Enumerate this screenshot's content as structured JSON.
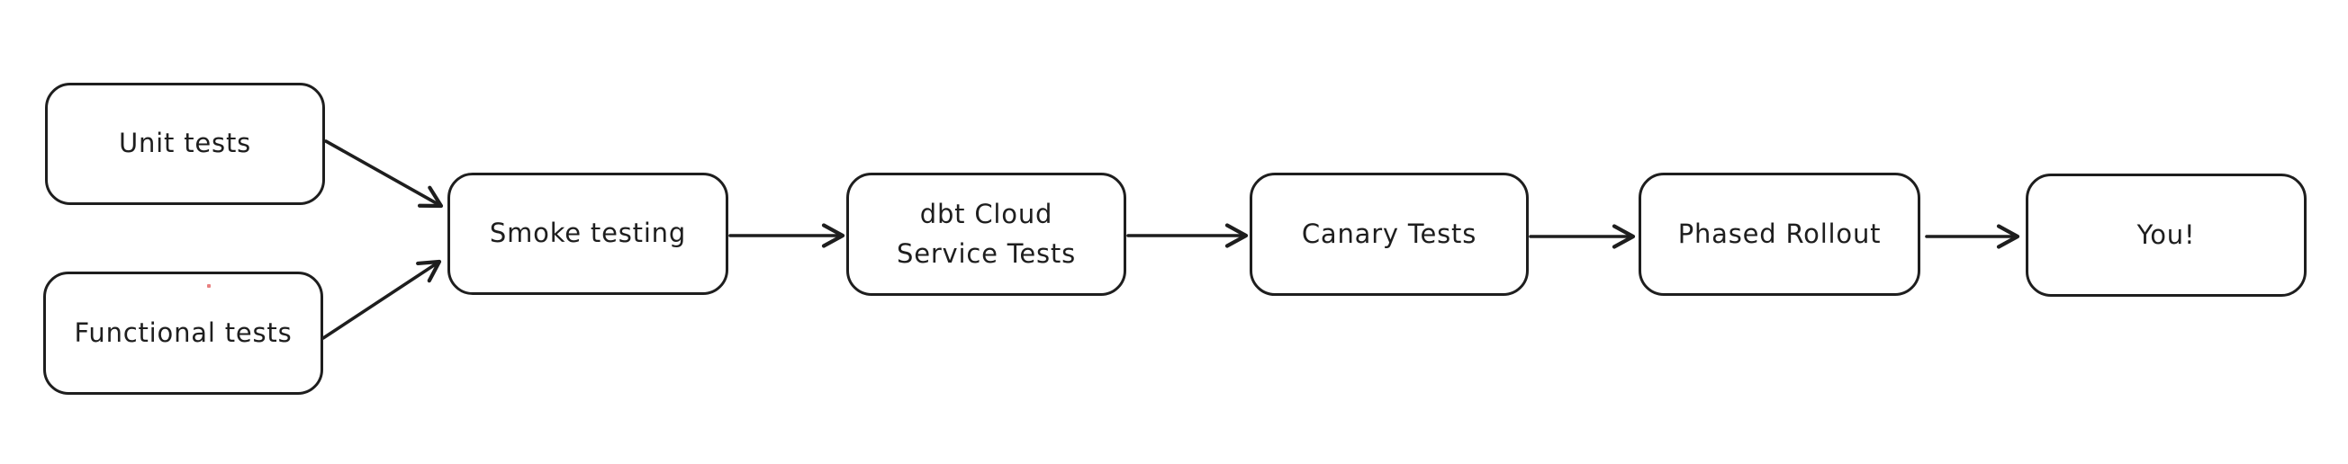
{
  "diagram": {
    "type": "flowchart",
    "style": "hand-drawn-whiteboard",
    "direction": "left-to-right",
    "colors": {
      "background": "#ffffff",
      "node_fill": "#ffffff",
      "stroke": "#1e1e1e",
      "text": "#1e1e1e",
      "stray_dot": "#e88080"
    },
    "nodes": [
      {
        "id": "unit-tests",
        "label": "Unit tests"
      },
      {
        "id": "functional-tests",
        "label": "Functional tests"
      },
      {
        "id": "smoke-testing",
        "label": "Smoke testing"
      },
      {
        "id": "dbt-cloud-service-tests",
        "label": "dbt Cloud Service Tests",
        "label_lines": [
          "dbt Cloud",
          "Service Tests"
        ]
      },
      {
        "id": "canary-tests",
        "label": "Canary Tests"
      },
      {
        "id": "phased-rollout",
        "label": "Phased Rollout"
      },
      {
        "id": "you",
        "label": "You!"
      }
    ],
    "edges": [
      {
        "from": "unit-tests",
        "to": "smoke-testing"
      },
      {
        "from": "functional-tests",
        "to": "smoke-testing"
      },
      {
        "from": "smoke-testing",
        "to": "dbt-cloud-service-tests"
      },
      {
        "from": "dbt-cloud-service-tests",
        "to": "canary-tests"
      },
      {
        "from": "canary-tests",
        "to": "phased-rollout"
      },
      {
        "from": "phased-rollout",
        "to": "you"
      }
    ]
  }
}
